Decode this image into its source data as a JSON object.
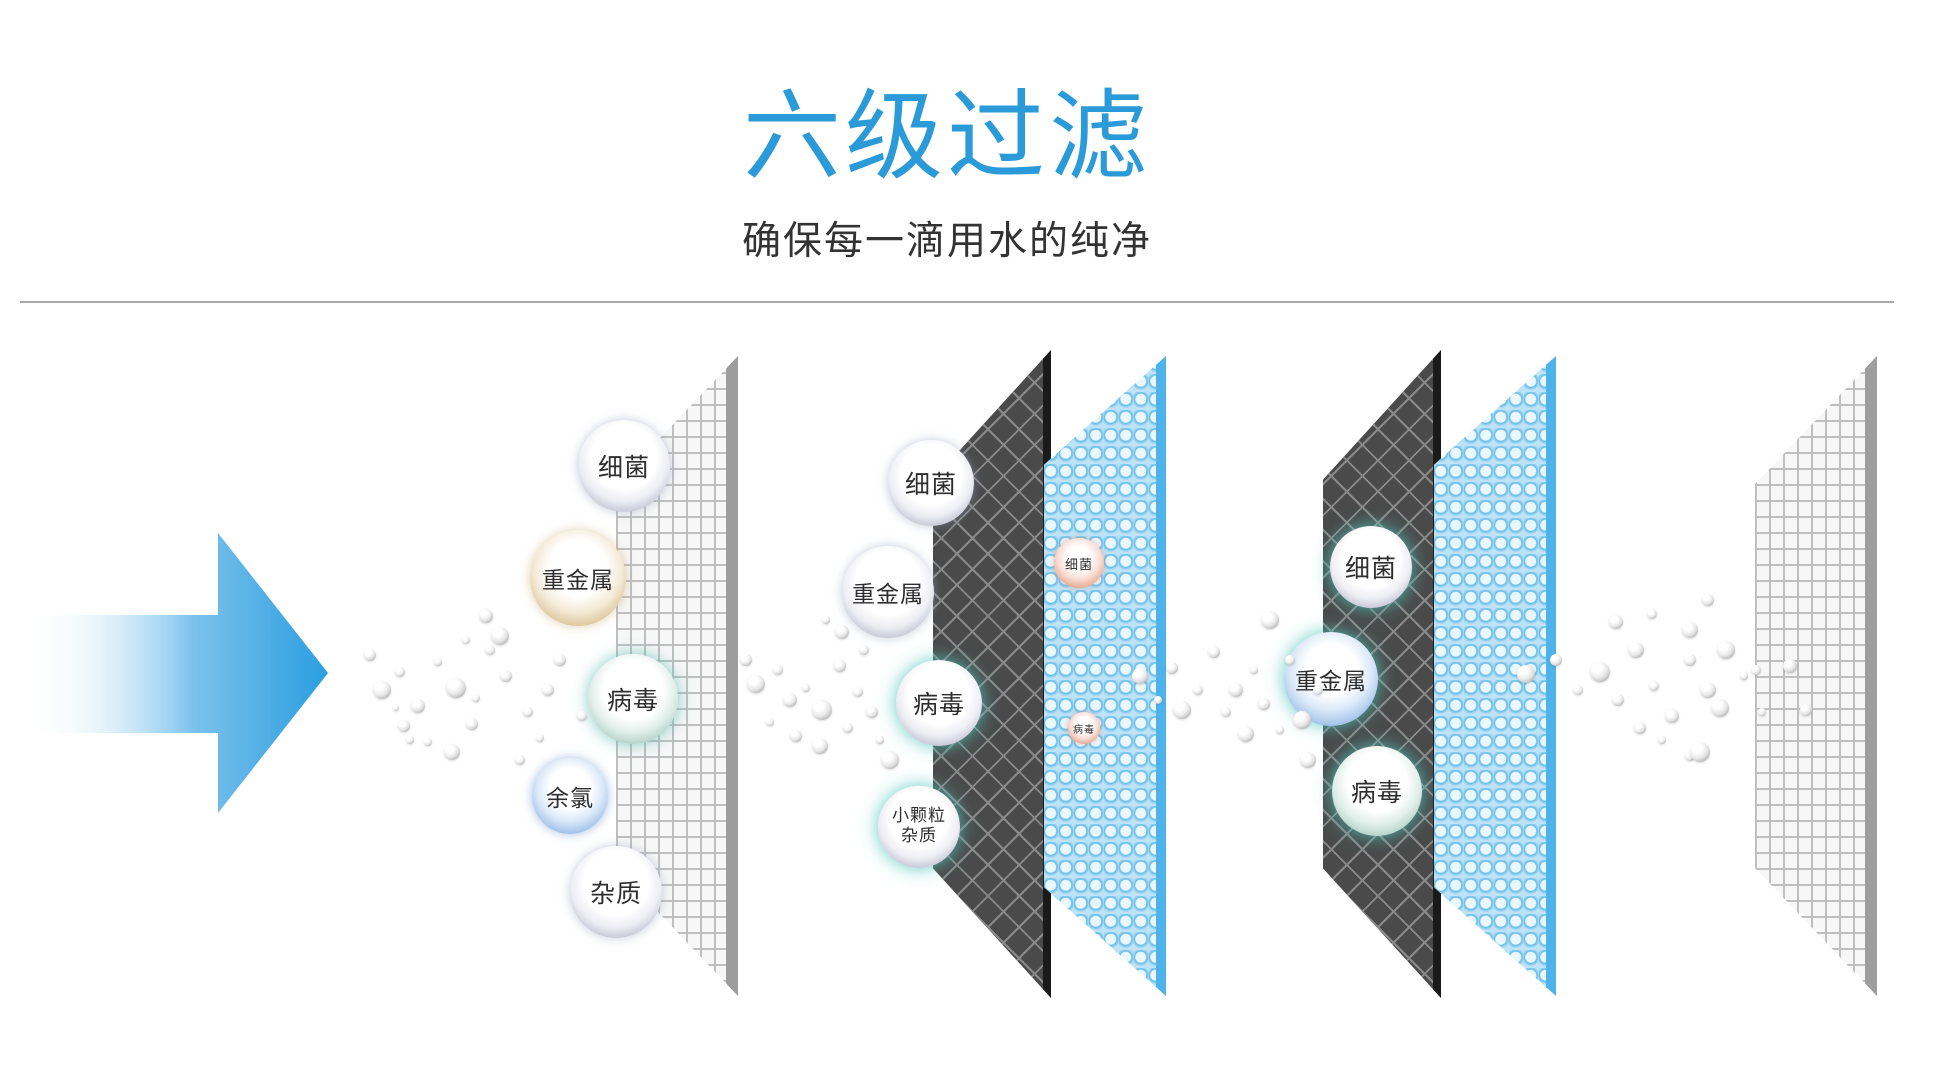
{
  "header": {
    "title": "六级过滤",
    "subtitle": "确保每一滴用水的纯净"
  },
  "colors": {
    "title": "#2b9ad8",
    "arrow": "#2a9ee0",
    "white_filter": "#f7f7f7",
    "carbon_filter": "#4a4a4a",
    "membrane_filter": "#65bde9"
  },
  "stage1": {
    "bacteria": "细菌",
    "heavy_metal": "重金属",
    "virus": "病毒",
    "chlorine": "余氯",
    "impurities": "杂质"
  },
  "stage2": {
    "bacteria": "细菌",
    "heavy_metal": "重金属",
    "virus": "病毒",
    "particles": "小颗粒\n杂质",
    "bacteria_small": "细菌",
    "virus_small": "病毒"
  },
  "stage3": {
    "bacteria": "细菌",
    "heavy_metal": "重金属",
    "virus": "病毒"
  }
}
